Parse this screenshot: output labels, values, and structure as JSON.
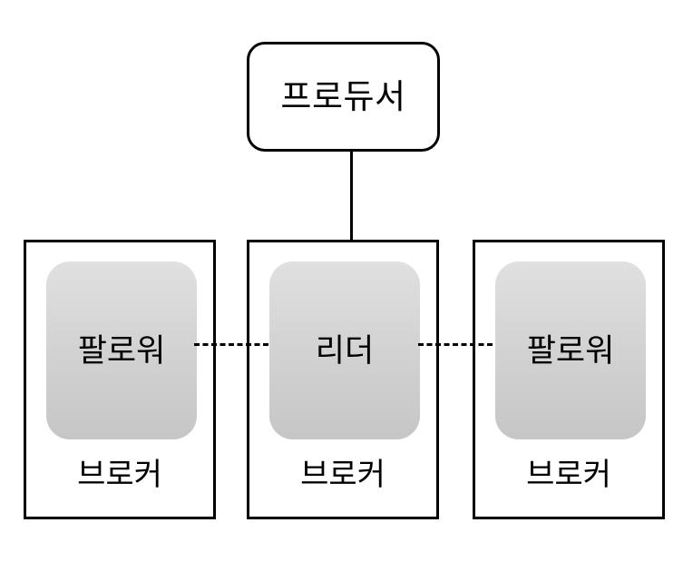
{
  "diagram": {
    "producer": {
      "label": "프로듀서"
    },
    "brokers": [
      {
        "role_label": "팔로워",
        "caption": "브로커"
      },
      {
        "role_label": "리더",
        "caption": "브로커"
      },
      {
        "role_label": "팔로워",
        "caption": "브로커"
      }
    ],
    "connectors": {
      "producer_to_leader": "arrow-down",
      "leader_to_follower_left": "dashed-line",
      "leader_to_follower_right": "dashed-line"
    },
    "colors": {
      "stroke": "#000000",
      "background": "#ffffff",
      "role_fill_top": "#e0e0e0",
      "role_fill_bottom": "#c6c6c6"
    }
  }
}
